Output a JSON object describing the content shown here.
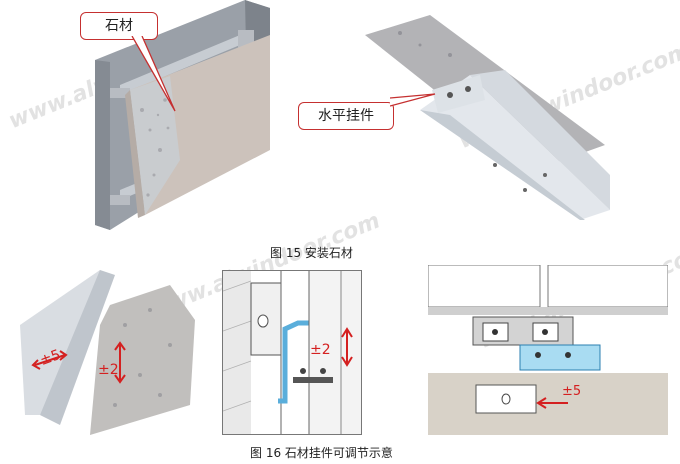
{
  "figure15": {
    "caption": "图 15  安装石材",
    "callout_stone": "石材",
    "callout_hanger": "水平挂件"
  },
  "figure16": {
    "caption": "图 16  石材挂件可调节示意",
    "label_vertical_left": "±2",
    "label_vertical_mid": "±2",
    "label_horizontal_left": "±5",
    "label_horizontal_right": "±5"
  },
  "watermark": "www.alwindoor.com",
  "colors": {
    "annotation_red": "#d42020",
    "callout_border": "#c53030",
    "highlight_blue": "#a9dcf2"
  }
}
